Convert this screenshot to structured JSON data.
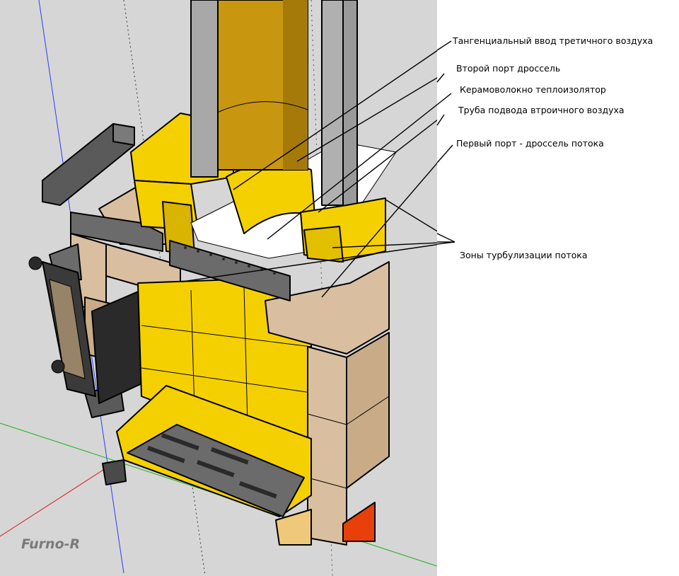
{
  "labels": {
    "tertiary_air_inlet": "Тангенциальный ввод третичного воздуха",
    "second_port": "Второй порт дроссель",
    "ceramic_fiber": "Керамоволокно теплоизолятор",
    "secondary_air_pipe": "Труба подвода втроичного воздуха",
    "first_port": "Первый порт  - дроссель потока",
    "turbulence_zones": "Зоны турбулизации потока"
  },
  "watermark": "Furno-R",
  "colors": {
    "viewport_bg": "#d6d6d6",
    "firebrick": "#f5d000",
    "firebrick_dark": "#d9b400",
    "brick_tan": "#d9bfa0",
    "flue_pipe": "#c9960f",
    "steel_gray": "#6b6b6b",
    "ash_pit_red": "#e8400a"
  }
}
